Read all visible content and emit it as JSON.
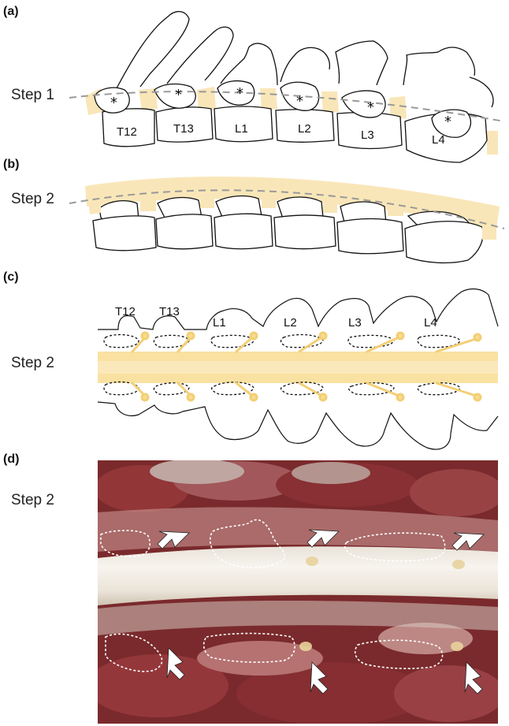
{
  "panels": {
    "a": {
      "letter": "(a)",
      "step": "Step 1"
    },
    "b": {
      "letter": "(b)",
      "step": "Step 2"
    },
    "c": {
      "letter": "(c)",
      "step": "Step 2"
    },
    "d": {
      "letter": "(d)",
      "step": "Step 2"
    }
  },
  "vertebra_labels": [
    "T12",
    "T13",
    "L1",
    "L2",
    "L3",
    "L4"
  ],
  "asterisk": "*",
  "colors": {
    "ligament": "#f9e6b8",
    "cord": "#f8dc90",
    "dashed_line": "#999999",
    "photo_bg": "#7a2a2c"
  }
}
